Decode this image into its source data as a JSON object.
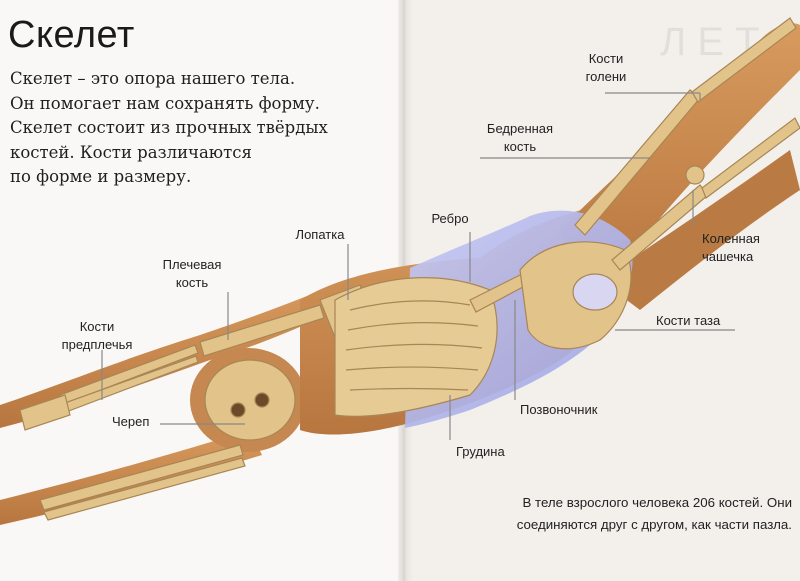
{
  "page": {
    "title": "Скелет",
    "intro_lines": [
      "Скелет – это опора нашего тела.",
      "Он помогает нам сохранять форму.",
      "Скелет состоит из прочных твёрдых",
      "костей. Кости различаются",
      "по форме и размеру."
    ]
  },
  "labels": {
    "shin": [
      "Кости",
      "голени"
    ],
    "femur": [
      "Бедренная",
      "кость"
    ],
    "rib": "Ребро",
    "scapula": "Лопатка",
    "humerus": [
      "Плечевая",
      "кость"
    ],
    "forearm": [
      "Кости",
      "предплечья"
    ],
    "kneecap": [
      "Коленная",
      "чашечка"
    ],
    "pelvis": "Кости таза",
    "skull": "Череп",
    "spine": "Позвоночник",
    "sternum": "Грудина"
  },
  "fact_lines": [
    "В теле взрослого человека 206 костей. Они",
    "соединяются друг с другом, как части пазла."
  ],
  "colors": {
    "skin": "#c98850",
    "bone": "#e2c48a",
    "swimsuit": "#b4b8ee",
    "leader": "#8a8a8a"
  }
}
